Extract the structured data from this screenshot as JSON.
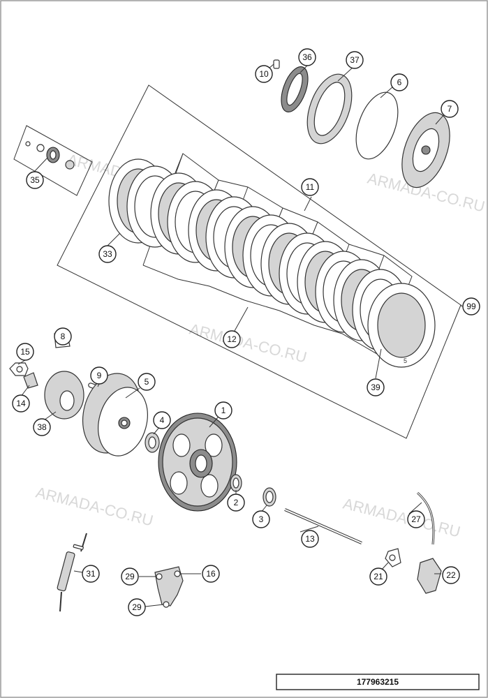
{
  "callouts": {
    "c1": "1",
    "c2": "2",
    "c3": "3",
    "c4": "4",
    "c5": "5",
    "c6": "6",
    "c7": "7",
    "c8": "8",
    "c9": "9",
    "c10": "10",
    "c11": "11",
    "c12": "12",
    "c13": "13",
    "c14": "14",
    "c15": "15",
    "c16": "16",
    "c21": "21",
    "c22": "22",
    "c27": "27",
    "c29a": "29",
    "c29b": "29",
    "c31": "31",
    "c33": "33",
    "c35": "35",
    "c36": "36",
    "c37": "37",
    "c38": "38",
    "c39": "39",
    "c99": "99"
  },
  "watermarks": {
    "w1": "ARMADA-CO.RU",
    "w2": "ARMADA-CO.RU",
    "w3": "ARMADA-CO.RU",
    "w4": "ARMADA-CO.RU",
    "w5": "ARMADA-CO.RU"
  },
  "drawing_number": "177963215",
  "plate_mark": "5"
}
